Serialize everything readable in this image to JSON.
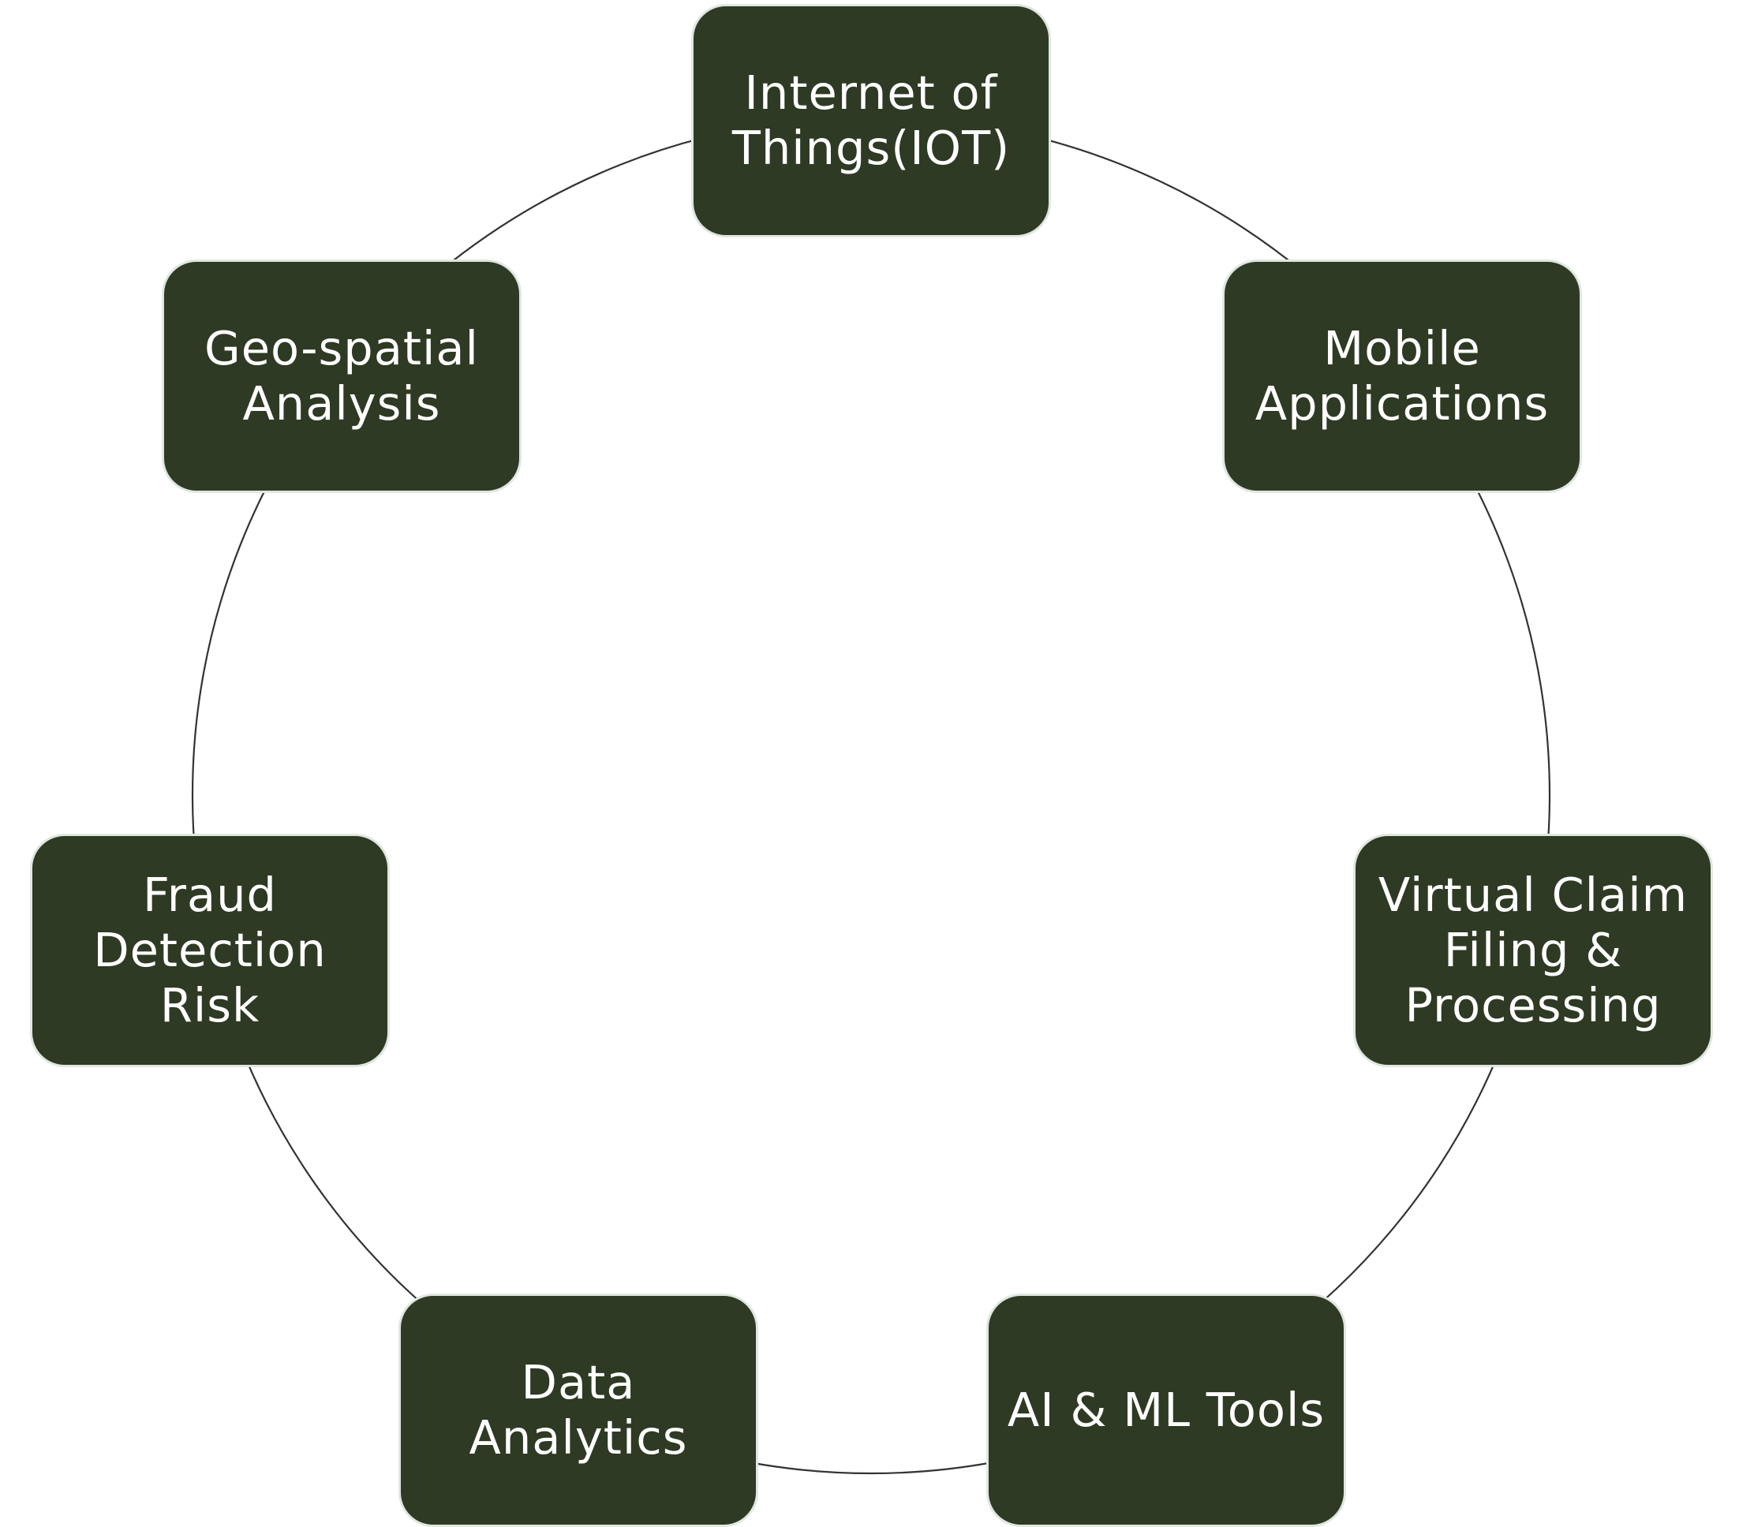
{
  "diagram": {
    "type": "cycle",
    "line_color": "#333333",
    "node_fill": "#2e3a23",
    "node_border": "#dfe7e0",
    "text_color": "#ffffff",
    "nodes": [
      {
        "id": "iot",
        "label": "Internet of\nThings(IOT)"
      },
      {
        "id": "mobile",
        "label": "Mobile\nApplications"
      },
      {
        "id": "virtual",
        "label": "Virtual Claim\nFiling &\nProcessing"
      },
      {
        "id": "aiml",
        "label": "AI & ML Tools"
      },
      {
        "id": "data",
        "label": "Data\nAnalytics"
      },
      {
        "id": "fraud",
        "label": "Fraud\nDetection\nRisk"
      },
      {
        "id": "geo",
        "label": "Geo-spatial\nAnalysis"
      }
    ]
  }
}
